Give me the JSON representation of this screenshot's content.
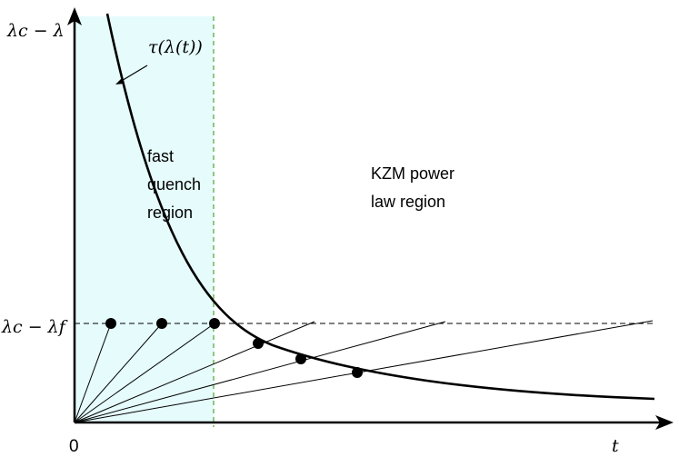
{
  "labels": {
    "y_axis": "λc − λ",
    "lambda_f_level": "λc − λf",
    "origin": "0",
    "x_axis": "t",
    "curve_label": "τ(λ(t))",
    "fast_region": [
      "fast",
      "quench",
      "region"
    ],
    "kzm_region": [
      "KZM power",
      "law region"
    ]
  },
  "colors": {
    "shaded_region": "#e6fbfc",
    "boundary_line": "#6ab04c",
    "curve": "#000000",
    "points": "#000000"
  }
}
